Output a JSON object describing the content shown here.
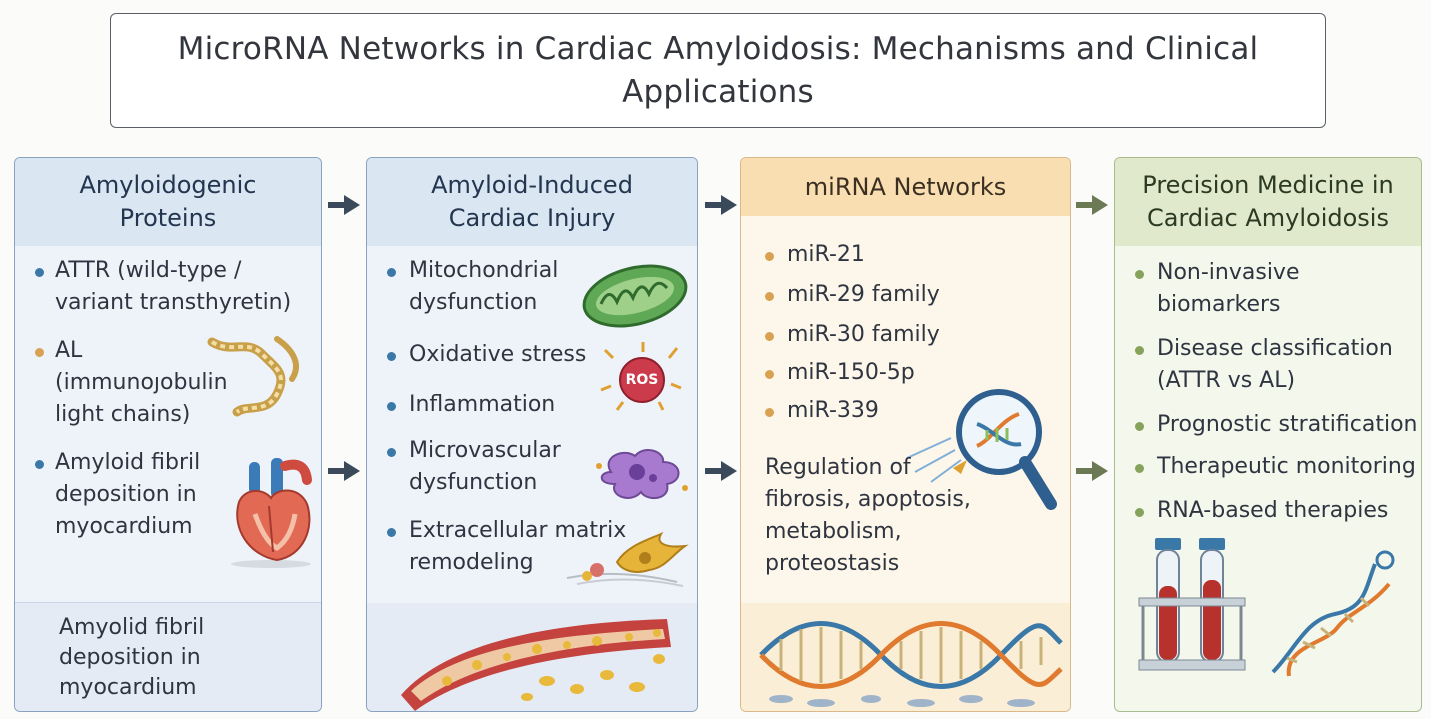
{
  "title": "MicroRNA Networks in Cardiac Amyloidosis: Mechanisms and Clinical Applications",
  "panels": [
    {
      "heading": "Amyloidogenic Proteins",
      "items": [
        "ATTR (wild-type / variant transthyretin)",
        "AL (immunoȷobulin light chains)",
        "Amyloid fibril deposition in myocardium"
      ],
      "footer": "Amyolid fibril deposition in myocardium",
      "color": "#3a78a8"
    },
    {
      "heading": "Amyloid-Induced Cardiac Injury",
      "items": [
        "Mitochondrial dysfunction",
        "Oxidative stress",
        "Inflammation",
        "Microvascular dysfunction",
        "Extracellular matrix remodeling"
      ],
      "ros_label": "ROS",
      "color": "#3a78a8"
    },
    {
      "heading": "miRNA Networks",
      "items": [
        "miR-21",
        "miR-29 family",
        "miR-30 family",
        "miR-150-5p",
        "miR-339"
      ],
      "regulation": "Regulation of fibrosis, apoptosis, metabolism, proteostasis",
      "color": "#d9a152"
    },
    {
      "heading": "Precision Medicine in Cardiac Amyloidosis",
      "items": [
        "Non-invasive biomarkers",
        "Disease classification (ATTR vs AL)",
        "Prognostic stratification",
        "Therapeutic monitoring",
        "RNA-based therapies"
      ],
      "color": "#86a35c"
    }
  ],
  "icons": [
    "fibril-icon",
    "heart-icon",
    "mitochondria-icon",
    "ros-icon",
    "inflammatory-cell-icon",
    "fibroblast-icon",
    "blood-vessel-icon",
    "magnifier-dna-icon",
    "dna-helix-icon",
    "test-tubes-icon",
    "dna-icon",
    "arrow-right-icon"
  ]
}
